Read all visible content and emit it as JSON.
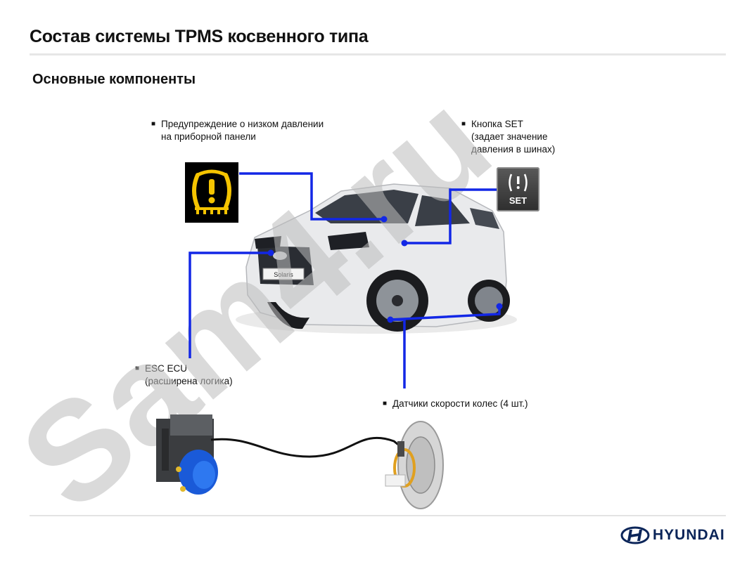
{
  "slide": {
    "title": "Состав системы TPMS косвенного типа",
    "subtitle": "Основные компоненты"
  },
  "components": {
    "warning": {
      "line1": "Предупреждение о низком давлении",
      "line2": "на приборной панели"
    },
    "set_button": {
      "line1": "Кнопка SET",
      "line2": "(задает значение",
      "line3": "давления в шинах)",
      "button_text": "SET"
    },
    "esc": {
      "line1": "ESC ECU",
      "line2": "(расширена логика)"
    },
    "sensors": {
      "line1": "Датчики скорости колес (4 шт.)"
    }
  },
  "car": {
    "badge_text": "Solaris"
  },
  "watermark": "Sam4.ru",
  "brand": {
    "name": "HYUNDAI"
  },
  "colors": {
    "connector": "#1227e6",
    "lamp": "#f5c400",
    "brand": "#0b2559"
  }
}
